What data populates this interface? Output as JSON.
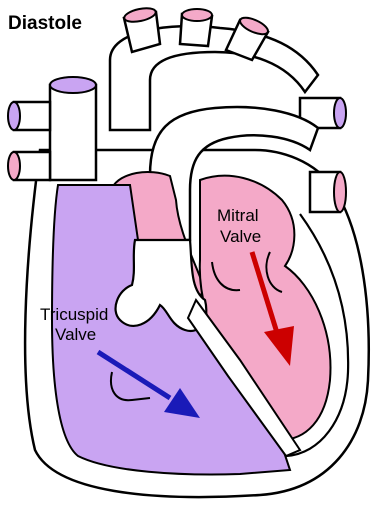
{
  "title": "Diastole",
  "labels": {
    "tricuspid": [
      "Tricuspid",
      "Valve"
    ],
    "mitral": [
      "Mitral",
      "Valve"
    ]
  },
  "colors": {
    "right_heart": "#c9a4f2",
    "left_heart": "#f4a9c8",
    "outline": "#000000",
    "tricuspid_arrow": "#1a1ab8",
    "mitral_arrow": "#cc0000",
    "background": "#ffffff"
  }
}
